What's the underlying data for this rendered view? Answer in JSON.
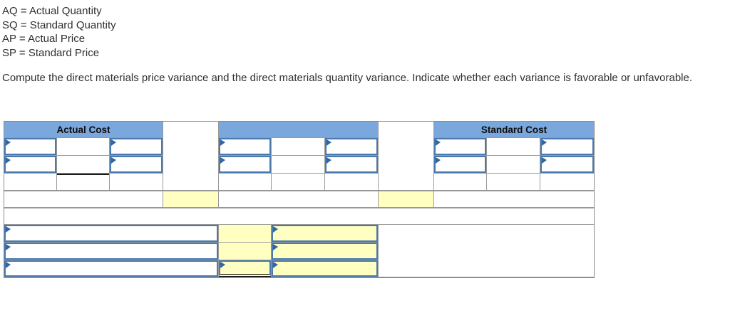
{
  "legend": {
    "lines": [
      "AQ = Actual Quantity",
      "SQ = Standard Quantity",
      "AP = Actual Price",
      "SP = Standard Price"
    ]
  },
  "instruction": "Compute the direct materials price variance and the direct materials quantity variance. Indicate whether each variance is favorable or unfavorable.",
  "worksheet": {
    "headers": {
      "actual_cost": "Actual Cost",
      "middle": "",
      "standard_cost": "Standard Cost"
    },
    "colors": {
      "header_blue": "#7aa7dc",
      "input_border_blue": "#4a79ae",
      "marker_blue": "#2f66a3",
      "highlight_yellow": "#ffffc2",
      "grid_gray": "#9a9a9a"
    }
  }
}
